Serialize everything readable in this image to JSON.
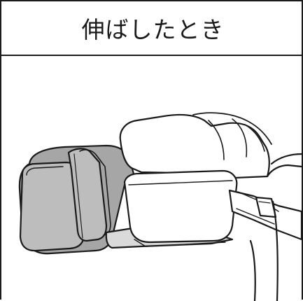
{
  "panel": {
    "title": "伸ばしたとき"
  },
  "colors": {
    "line": "#1a1a1a",
    "device_dark": "#a6a6a6",
    "device_mid": "#bdbdbd",
    "device_light": "#dadada",
    "background": "#ffffff"
  },
  "illustration": {
    "subject": "massager-with-leg-extended",
    "icon": "leg-massager-illustration"
  }
}
